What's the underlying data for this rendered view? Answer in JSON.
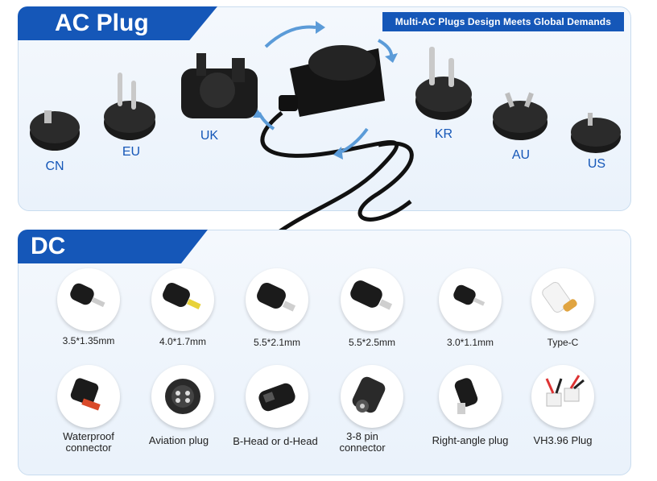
{
  "ac_section": {
    "title": "AC Plug",
    "banner": "Multi-AC Plugs Design Meets Global Demands",
    "plugs": [
      {
        "label": "CN"
      },
      {
        "label": "EU"
      },
      {
        "label": "UK"
      },
      {
        "label": "KR"
      },
      {
        "label": "AU"
      },
      {
        "label": "US"
      }
    ]
  },
  "dc_section": {
    "title": "DC Connector",
    "connectors": [
      {
        "label": "3.5*1.35mm"
      },
      {
        "label": "4.0*1.7mm"
      },
      {
        "label": "5.5*2.1mm"
      },
      {
        "label": "5.5*2.5mm"
      },
      {
        "label": "3.0*1.1mm"
      },
      {
        "label": "Type-C"
      },
      {
        "label": "Waterproof connector"
      },
      {
        "label": "Aviation plug"
      },
      {
        "label": "B-Head or d-Head"
      },
      {
        "label": "3-8 pin connector"
      },
      {
        "label": "Right-angle plug"
      },
      {
        "label": "VH3.96 Plug"
      }
    ]
  },
  "colors": {
    "brand": "#1557b8",
    "panel": "#eef4fb"
  }
}
